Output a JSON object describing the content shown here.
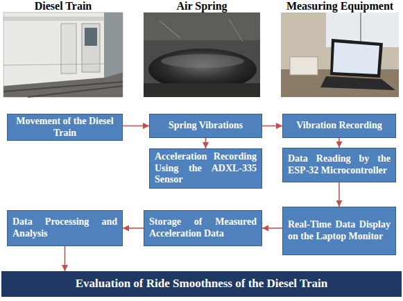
{
  "diagram": {
    "nodes": [
      {
        "text": [
          "Movement of the Diesel Train"
        ]
      },
      {
        "text": [
          "Spring Vibrations"
        ]
      },
      {
        "text": [
          "Vibration Recording"
        ]
      },
      {
        "text": [
          "Acceleration Recording Using the ADXL-335 Sensor"
        ]
      },
      {
        "text": [
          "Data Reading by the ESP-32 Microcontroller"
        ]
      },
      {
        "text": [
          "Data Processing and Analysis"
        ]
      },
      {
        "text": [
          "Storage of Measured Acceleration Data"
        ]
      },
      {
        "text": [
          "Real-Time Data Display on the Laptop Monitor"
        ]
      },
      {
        "text": [
          "Evaluation of Ride Smoothness of the Diesel Train"
        ]
      }
    ],
    "edges": [
      {
        "from": 0,
        "to": 1,
        "arrow": "to"
      },
      {
        "from": 1,
        "to": 2,
        "arrow": "to"
      },
      {
        "from": 1,
        "to": 3,
        "arrow": "to"
      },
      {
        "from": 2,
        "to": 4,
        "arrow": "to"
      },
      {
        "from": 4,
        "to": 7,
        "arrow": "to"
      },
      {
        "from": 7,
        "to": 6,
        "arrow": "to"
      },
      {
        "from": 6,
        "to": 5,
        "arrow": "to"
      },
      {
        "from": 5,
        "to": 8,
        "arrow": "to"
      }
    ],
    "labels": [
      "Diesel Train",
      "Air Spring",
      "Measuring Equipment"
    ]
  }
}
